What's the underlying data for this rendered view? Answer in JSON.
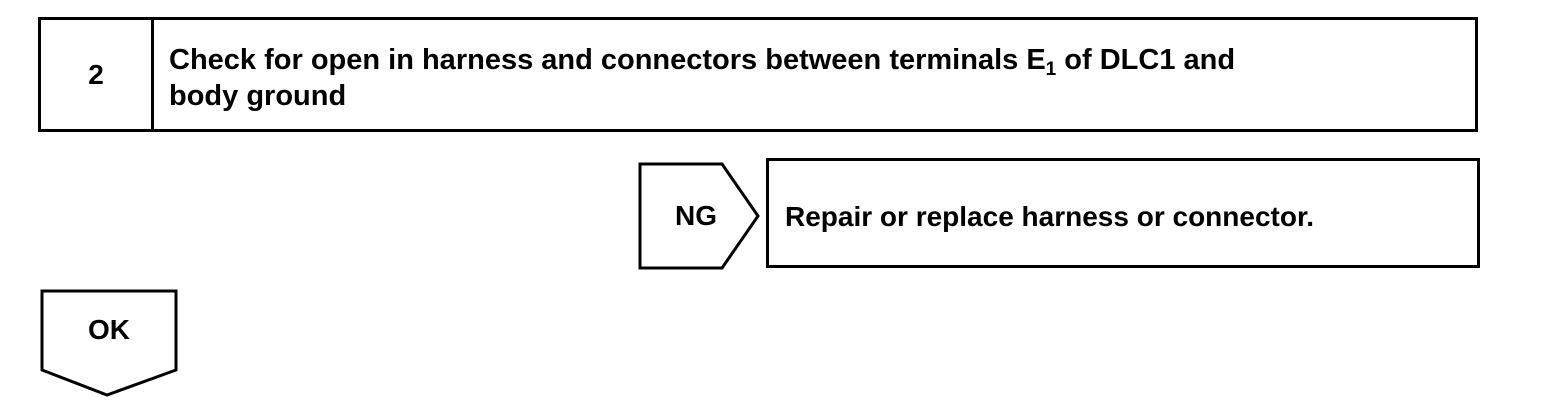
{
  "step": {
    "number": "2",
    "text_before_sub": "Check for open in harness and connectors between terminals E",
    "subscript": "1",
    "text_after_sub": " of DLC1 and",
    "text_line2": "body ground"
  },
  "ng_branch": {
    "label": "NG",
    "action": "Repair or replace harness or connector."
  },
  "ok_branch": {
    "label": "OK"
  }
}
